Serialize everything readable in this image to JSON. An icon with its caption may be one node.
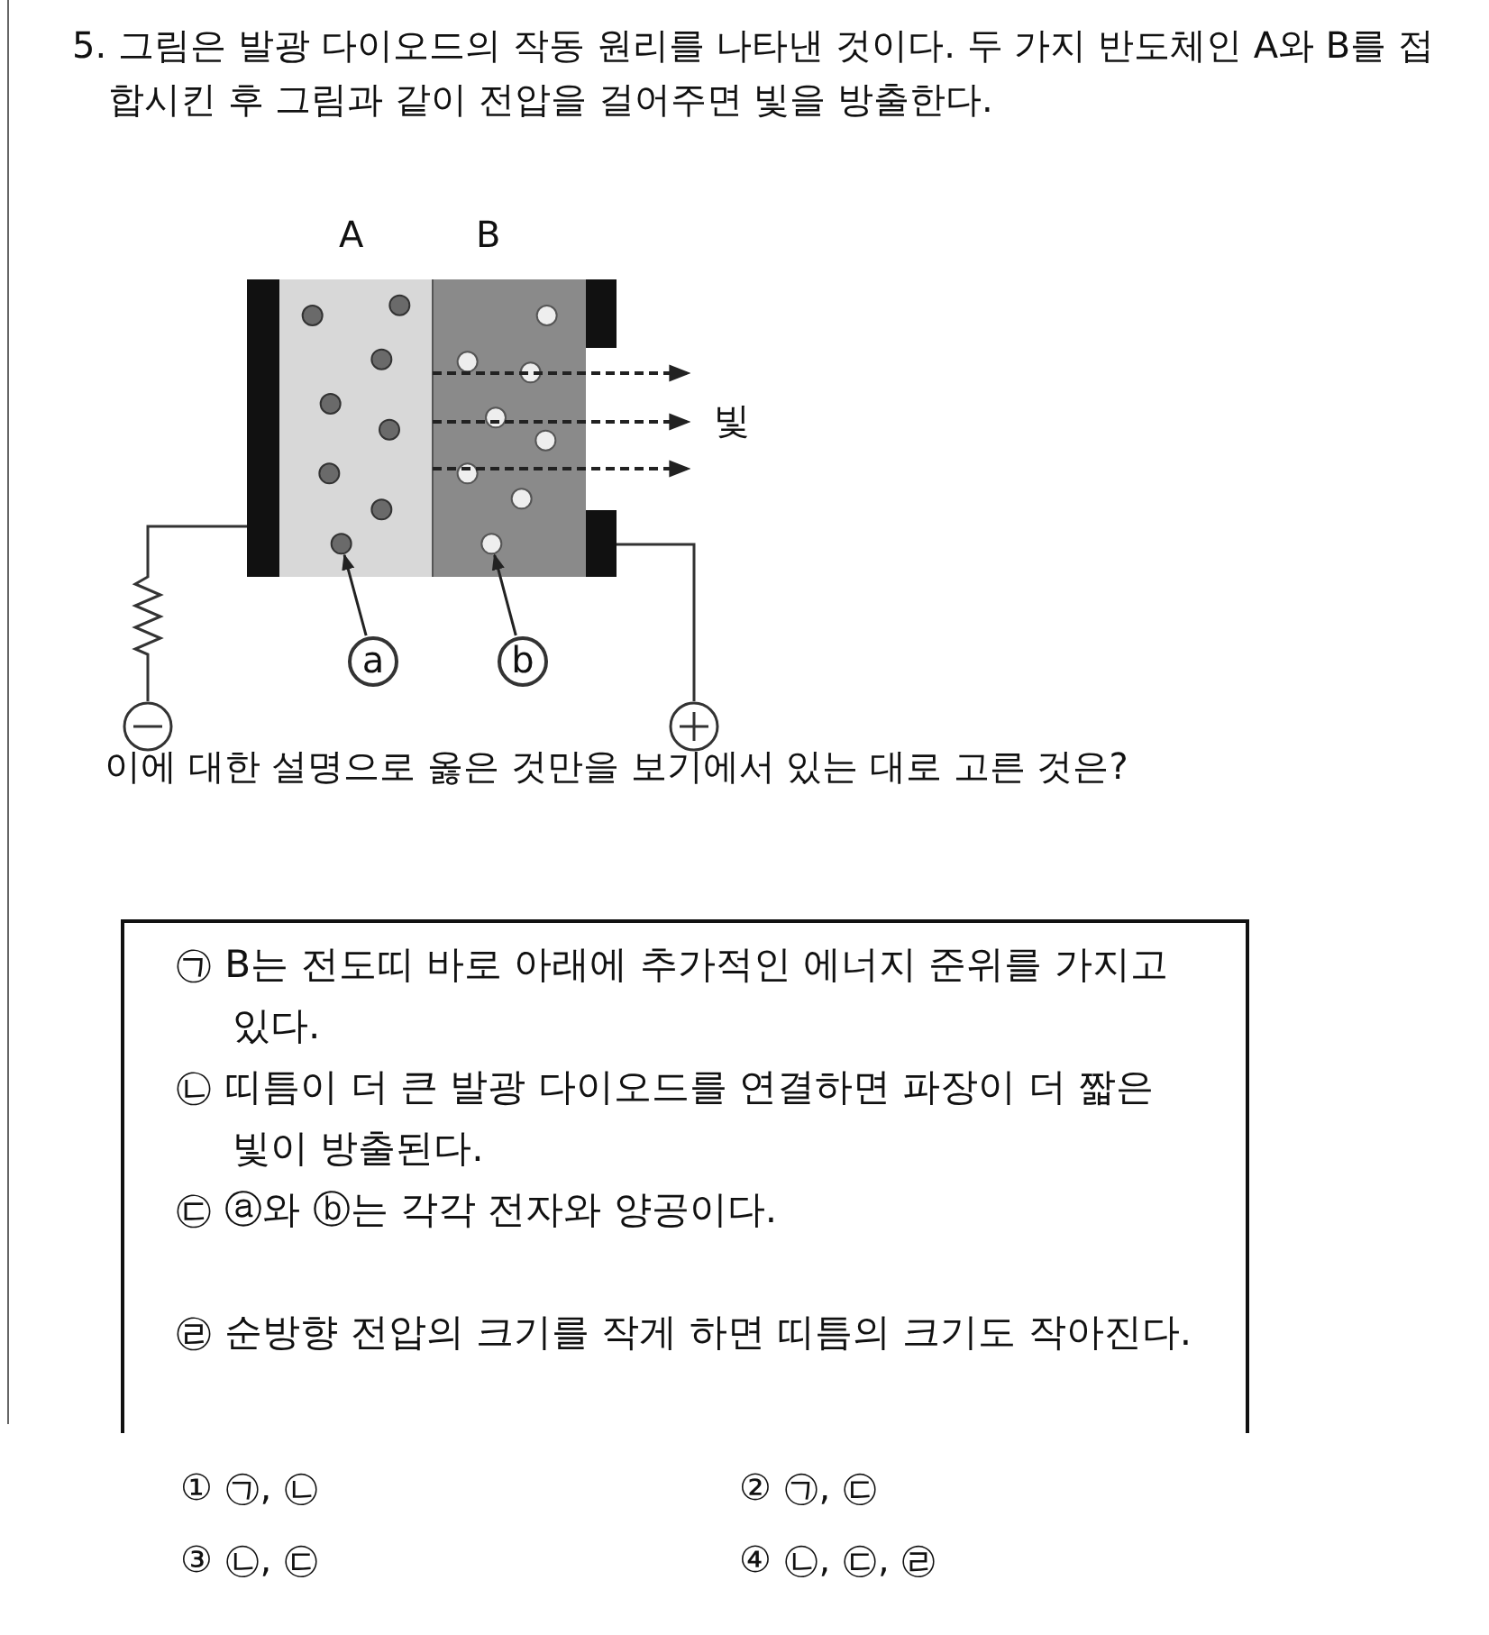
{
  "diagram": {
    "nodes": [
      {
        "text": [
          "a"
        ]
      },
      {
        "text": [],
        "shape": "circle"
      },
      {
        "text": [
          "b"
        ]
      },
      {
        "text": [],
        "shape": "circle"
      }
    ],
    "edges": [
      {
        "from": 0,
        "to": 1,
        "arrow": "to"
      },
      {
        "from": 2,
        "to": 3,
        "arrow": "to"
      }
    ],
    "labels": [
      "5. 그림은 발광 다이오드의 작동 원리를 나타낸 것이다. 두 가지 반도체인 A와 B를 접합시킨 후 그림과 같이 전압을 걸어주면 빛을 방출한다.",
      "A",
      "B",
      "빛",
      "이에 대한 설명으로 옳은 것만을 보기에서 있는 대로 고른 것은?",
      "㉠ B는 전도띠 바로 아래에 추가적인 에너지 준위를 가지고 있다.",
      "㉡ 띠틈이 더 큰 발광 다이오드를 연결하면 파장이 더 짧은 빛이 방출된다.",
      "㉢ ⓐ와 ⓑ는 각각 전자와 양공이다.",
      "㉣ 순방향 전압의 크기를 작게 하면 띠틈의 크기도 작아진다.",
      "① ㉠, ㉡",
      "② ㉠, ㉢",
      "③ ㉡, ㉢",
      "④ ㉡, ㉢, ㉣"
    ]
  }
}
